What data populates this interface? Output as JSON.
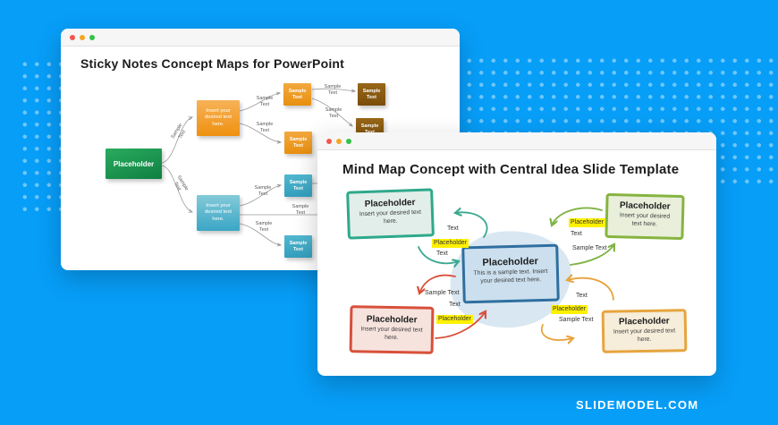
{
  "brand": {
    "label": "SLIDEMODEL.COM"
  },
  "colors": {
    "background": "#079EF8",
    "dot": "rgba(255,255,255,0.42)",
    "root_green": "#1F9E54",
    "note_orange": "#EE9110",
    "note_brown": "#7A4D0B",
    "note_teal": "#3AA6C5",
    "mindmap_teal": "#2EA98C",
    "mindmap_green": "#86B440",
    "mindmap_red": "#D8503A",
    "mindmap_orange": "#E6A53E",
    "mindmap_blue": "#2F6FA0",
    "highlight_yellow": "#FFF100"
  },
  "window1": {
    "title": "Sticky Notes Concept Maps for PowerPoint",
    "root_label": "Placeholder",
    "branch_text": "Insert your desired text here.",
    "note_text": "Sample Text",
    "edge_label": "Sample Text"
  },
  "window2": {
    "title": "Mind Map Concept with Central Idea Slide Template",
    "center": {
      "title": "Placeholder",
      "body": "This is a sample text. Insert your desired text here."
    },
    "nodes": [
      {
        "id": "top-left",
        "title": "Placeholder",
        "body": "Insert your desired text here."
      },
      {
        "id": "top-right",
        "title": "Placeholder",
        "body": "Insert your desired text here."
      },
      {
        "id": "bottom-left",
        "title": "Placeholder",
        "body": "Insert your desired text here."
      },
      {
        "id": "bottom-right",
        "title": "Placeholder",
        "body": "Insert your desired text here."
      }
    ],
    "labels": {
      "text": "Text",
      "sample": "Sample Text",
      "highlight": "Placeholder"
    }
  }
}
